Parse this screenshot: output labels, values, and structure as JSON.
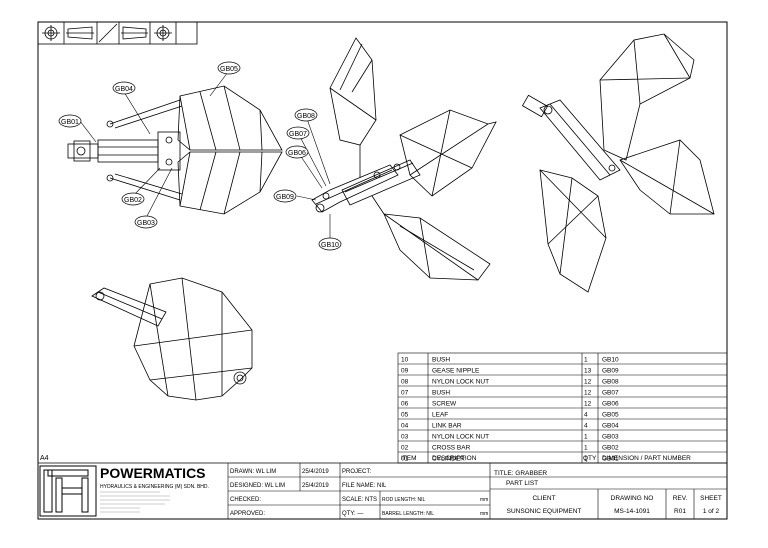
{
  "sheet_size": "A4",
  "callouts": {
    "gb01": "GB01",
    "gb02": "GB02",
    "gb03": "GB03",
    "gb04": "GB04",
    "gb05": "GB05",
    "gb06": "GB06",
    "gb07": "GB07",
    "gb08": "GB08",
    "gb09": "GB09",
    "gb10": "GB10"
  },
  "parts_list": {
    "headers": {
      "item": "ITEM",
      "description": "DESCRIPTION",
      "qty": "QTY",
      "part": "DIMENSION / PART NUMBER"
    },
    "rows": [
      {
        "item": "10",
        "description": "BUSH",
        "qty": "1",
        "part": "GB10"
      },
      {
        "item": "09",
        "description": "GEASE NIPPLE",
        "qty": "13",
        "part": "GB09"
      },
      {
        "item": "08",
        "description": "NYLON LOCK NUT",
        "qty": "12",
        "part": "GB08"
      },
      {
        "item": "07",
        "description": "BUSH",
        "qty": "12",
        "part": "GB07"
      },
      {
        "item": "06",
        "description": "SCREW",
        "qty": "12",
        "part": "GB06"
      },
      {
        "item": "05",
        "description": "LEAF",
        "qty": "4",
        "part": "GB05"
      },
      {
        "item": "04",
        "description": "LINK BAR",
        "qty": "4",
        "part": "GB04"
      },
      {
        "item": "03",
        "description": "NYLON LOCK NUT",
        "qty": "1",
        "part": "GB03"
      },
      {
        "item": "02",
        "description": "CROSS BAR",
        "qty": "1",
        "part": "GB02"
      },
      {
        "item": "01",
        "description": "CYLINDER",
        "qty": "1",
        "part": "GB01"
      }
    ]
  },
  "title_block": {
    "company_name": "POWERMATICS",
    "company_sub": "HYDRAULICS & ENGINEERING (M) SDN. BHD.",
    "drawn": "DRAWN: WL LIM",
    "drawn_date": "25/4/2019",
    "designed": "DESIGNED: WL LIM",
    "designed_date": "25/4/2019",
    "checked": "CHECKED:",
    "approved": "APPROVED:",
    "project": "PROJECT:",
    "file_name": "FILE NAME: NIL",
    "scale": "SCALE: NTS",
    "qty": "QTY: —",
    "rod_length": "ROD LENGTH: NIL",
    "rod_unit": "mm",
    "barrel_length": "BARREL LENGTH: NIL",
    "barrel_unit": "mm",
    "title": "TITLE: GRABBER",
    "subtitle": "PART LIST",
    "client_label": "CLIENT",
    "client_value": "SUNSONIC EQUIPMENT",
    "drawing_no_label": "DRAWING NO",
    "drawing_no_value": "MS-14-1091",
    "rev_label": "REV.",
    "rev_value": "R01",
    "sheet_label": "SHEET",
    "sheet_value": "1 of 2"
  },
  "colors": {
    "line": "#000000",
    "paper": "#ffffff"
  }
}
